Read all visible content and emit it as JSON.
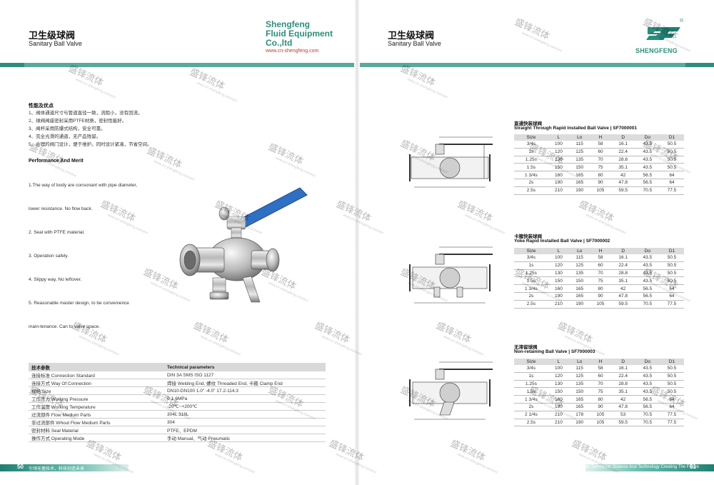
{
  "left": {
    "title_cn": "卫生级球阀",
    "title_en": "Sanitary Ball Valve",
    "features_cn_head": "性能及优点",
    "features_cn": [
      "1、阀体通道尺寸与管道直径一致，流阻小，没有回流。",
      "2、球阀阀座密封采用PTFE材质，密封性能好。",
      "3、阀杆采用防爆式结构，安全可靠。",
      "4、完全光滑的通道，无产品残留。",
      "5、合理的阀门设计，便于维护。同时设计紧凑，节省空间。"
    ],
    "features_en_head": "Performance And Merit",
    "features_en": [
      "1.The way of body are consonant with pipe diameter,",
      "   lower resistance. No flow back.",
      "2. Seal with PTFE material.",
      "3. Operation safely.",
      "4. Slippy way, No leftover.",
      "5. Reasonable master design, to be convenience",
      "   main-tenance. Can to valve space."
    ],
    "spec_head_cn": "技术参数",
    "spec_head_en": "Technical parameters",
    "spec_rows": [
      {
        "label": "连接标准 Connection Standard",
        "value": "DIN 3A SMS ISO 1127"
      },
      {
        "label": "连接方式 Way Of Connection",
        "value": "焊接 Welding End, 螺纹 Threaded End, 卡箍 Clamp End"
      },
      {
        "label": "规格 Size",
        "value": "DN10-DN100 1.0\" -4.0\"   17.2-114.3"
      },
      {
        "label": "工作压力 Working Pressure",
        "value": "0-1.6MPa"
      },
      {
        "label": "工作温度 Working Temperature",
        "value": "-20℃~+200℃"
      },
      {
        "label": "过流部件 Flow Medium Parts",
        "value": "304L  316L"
      },
      {
        "label": "非过流部件 Whout Flow Medium Parts",
        "value": "304"
      },
      {
        "label": "密封材料 Seal Material",
        "value": "PTFE、EPDM"
      },
      {
        "label": "操作方式 Operating Mode",
        "value": "手动 Manual、气动 Pneumatic"
      }
    ],
    "page_number": "50",
    "footer_text": "引领无菌技术，科技创造未来"
  },
  "brand": {
    "line1": "Shengfeng",
    "line2": "Fluid Equipment",
    "line3": "Co.,ltd",
    "url": "www.cn-shengfeng.com"
  },
  "right": {
    "title_cn": "卫生级球阀",
    "title_en": "Sanitary Ball Valve",
    "logo_text": "SHENGFENG",
    "logo_mark": "®",
    "columns": [
      "Size",
      "L",
      "Lo",
      "H",
      "D",
      "Do",
      "D1"
    ],
    "tables": [
      {
        "title_cn": "直通快装球阀",
        "title_en": "Straight Through Rapid Installed Ball Valve",
        "code": "SF7000001",
        "rows": [
          [
            "3/4s",
            "100",
            "115",
            "58",
            "16.1",
            "43.5",
            "50.5"
          ],
          [
            "1s",
            "120",
            "125",
            "60",
            "22.4",
            "43.5",
            "50.5"
          ],
          [
            "1.25s",
            "130",
            "135",
            "70",
            "28.8",
            "43.5",
            "50.5"
          ],
          [
            "1.5s",
            "150",
            "150",
            "75",
            "35.1",
            "43.5",
            "50.5"
          ],
          [
            "1 3/4s",
            "160",
            "165",
            "80",
            "42",
            "56.5",
            "64"
          ],
          [
            "2s",
            "190",
            "165",
            "90",
            "47.8",
            "56.5",
            "64"
          ],
          [
            "2.5s",
            "210",
            "190",
            "105",
            "59.5",
            "70.5",
            "77.5"
          ]
        ]
      },
      {
        "title_cn": "卡箍快装球阀",
        "title_en": "Yoke Rapid Installed Ball Valve",
        "code": "SF7000002",
        "rows": [
          [
            "3/4s",
            "100",
            "115",
            "58",
            "16.1",
            "43.5",
            "50.5"
          ],
          [
            "1s",
            "120",
            "125",
            "60",
            "22.4",
            "43.5",
            "50.5"
          ],
          [
            "1.25s",
            "130",
            "135",
            "70",
            "28.8",
            "43.5",
            "50.5"
          ],
          [
            "1.5s",
            "150",
            "150",
            "75",
            "35.1",
            "43.5",
            "50.5"
          ],
          [
            "1 3/4s",
            "160",
            "165",
            "80",
            "42",
            "56.5",
            "64"
          ],
          [
            "2s",
            "190",
            "165",
            "90",
            "47.8",
            "56.5",
            "64"
          ],
          [
            "2.5s",
            "210",
            "190",
            "105",
            "59.5",
            "70.5",
            "77.5"
          ]
        ]
      },
      {
        "title_cn": "无滞留球阀",
        "title_en": "Non-retaining Ball Valve",
        "code": "SF7000003",
        "rows": [
          [
            "3/4s",
            "100",
            "115",
            "58",
            "16.1",
            "43.5",
            "50.5"
          ],
          [
            "1s",
            "120",
            "125",
            "60",
            "22.4",
            "43.5",
            "50.5"
          ],
          [
            "1.25s",
            "130",
            "135",
            "70",
            "28.8",
            "43.5",
            "50.5"
          ],
          [
            "1.5s",
            "150",
            "150",
            "75",
            "35.1",
            "43.5",
            "50.5"
          ],
          [
            "1 3/4s",
            "160",
            "165",
            "80",
            "42",
            "56.5",
            "64"
          ],
          [
            "2s",
            "190",
            "165",
            "90",
            "47.8",
            "56.5",
            "64"
          ],
          [
            "2 1/4s",
            "210",
            "178",
            "105",
            "53",
            "70.5",
            "77.5"
          ],
          [
            "2.5s",
            "210",
            "190",
            "105",
            "59.5",
            "70.5",
            "77.5"
          ]
        ]
      }
    ],
    "page_number": "51",
    "footer_text": "Lead The Aseptic Technique, Science And Technology Creating The Future"
  },
  "watermark": {
    "text": "盛锋流体",
    "url": "www.cn-shengfeng.com/en/"
  },
  "colors": {
    "teal": "#2b8f7b",
    "handle_blue": "#2f6fc4"
  }
}
